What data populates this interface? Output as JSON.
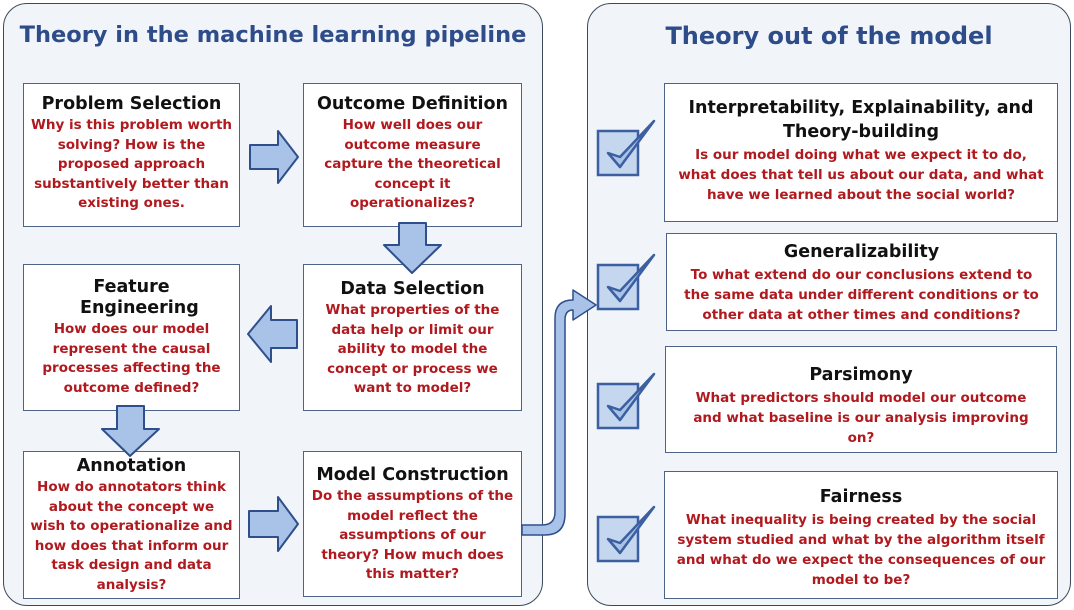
{
  "left_panel": {
    "title": "Theory in the machine learning pipeline",
    "boxes": [
      {
        "title": "Problem Selection",
        "desc": "Why is this problem worth solving? How is the proposed approach substantively better than existing ones."
      },
      {
        "title": "Outcome Definition",
        "desc": "How well does our outcome measure capture the theoretical concept it operationalizes?"
      },
      {
        "title": "Feature Engineering",
        "desc": "How does our model represent the causal processes affecting the outcome defined?"
      },
      {
        "title": "Data Selection",
        "desc": "What properties of the data help or limit our ability to model the concept or process we want to model?"
      },
      {
        "title": "Annotation",
        "desc": "How do annotators think about the concept we wish to operationalize and how does that inform our task design and data analysis?"
      },
      {
        "title": "Model Construction",
        "desc": "Do the assumptions of the model reflect the assumptions of our theory? How much does this matter?"
      }
    ]
  },
  "right_panel": {
    "title": "Theory out of the model",
    "boxes": [
      {
        "title": "Interpretability, Explainability, and Theory-building",
        "desc": "Is our model doing what we expect it to do, what does that tell us about our data, and what have we learned about the social world?"
      },
      {
        "title": "Generalizability",
        "desc": "To what extend do our conclusions extend to the same data under different conditions or to other data at other times and conditions?"
      },
      {
        "title": "Parsimony",
        "desc": "What predictors should model our outcome and what baseline is our analysis improving on?"
      },
      {
        "title": "Fairness",
        "desc": "What inequality is being created by the social system studied and what by the algorithm itself and what do we expect the consequences of our model to be?"
      }
    ]
  },
  "colors": {
    "title_blue": "#2e4c8a",
    "desc_red": "#b0191e",
    "arrow_fill": "#a9c3e8",
    "arrow_stroke": "#2f4f8c",
    "check_stroke": "#3b5fa0"
  },
  "icons": [
    "arrow-right-icon",
    "arrow-down-icon",
    "arrow-left-icon",
    "curved-arrow-icon",
    "checkbox-check-icon"
  ]
}
